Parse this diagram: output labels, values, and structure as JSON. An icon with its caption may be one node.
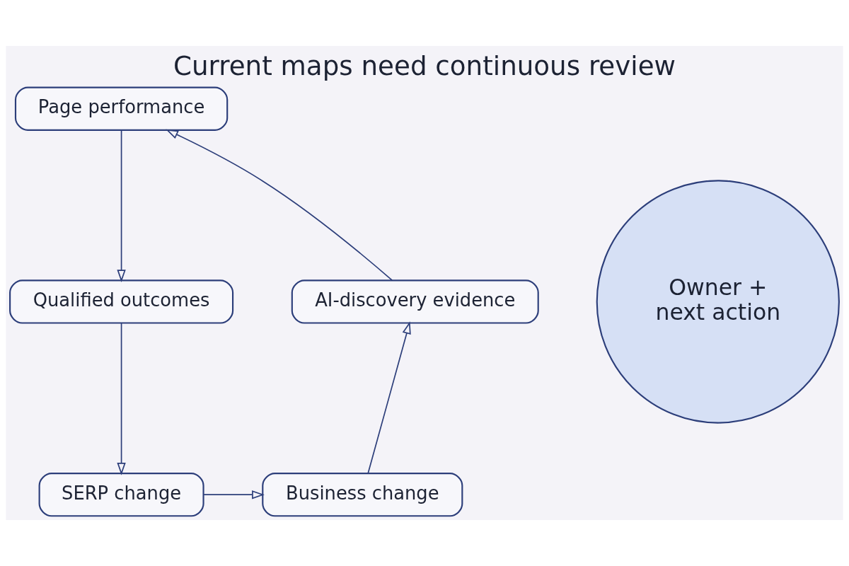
{
  "diagram": {
    "title": "Current maps need continuous review",
    "nodes": [
      {
        "text": [
          "Page performance"
        ]
      },
      {
        "text": [
          "Qualified outcomes"
        ]
      },
      {
        "text": [
          "SERP change"
        ]
      },
      {
        "text": [
          "Business change"
        ]
      },
      {
        "text": [
          "AI-discovery evidence"
        ]
      },
      {
        "text": [
          "Owner + next action"
        ]
      }
    ],
    "edges": [
      {
        "from": 0,
        "to": 1,
        "arrow": "to"
      },
      {
        "from": 1,
        "to": 2,
        "arrow": "to"
      },
      {
        "from": 2,
        "to": 3,
        "arrow": "to"
      },
      {
        "from": 3,
        "to": 4,
        "arrow": "to"
      },
      {
        "from": 4,
        "to": 0,
        "arrow": "to"
      }
    ]
  }
}
